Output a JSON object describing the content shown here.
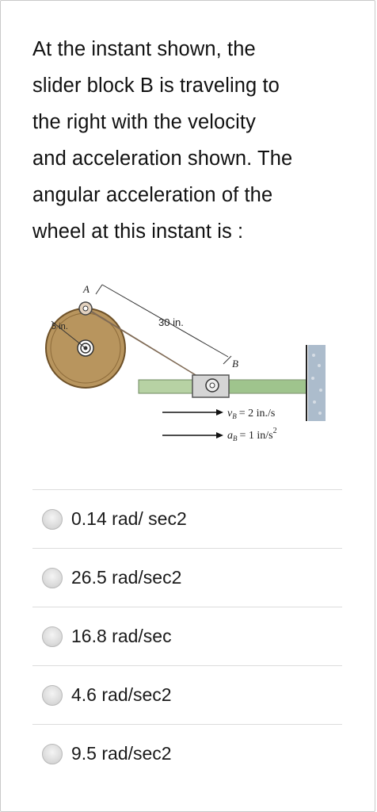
{
  "question": {
    "text": "At the instant shown, the\nslider block B is traveling to\nthe right with the velocity\nand acceleration shown. The\nangular acceleration of the\nwheel at this instant is :"
  },
  "figure": {
    "label_A": "A",
    "label_B": "B",
    "radius_label": "5 in.",
    "rod_length_label": "30 in.",
    "velocity_label": "v",
    "velocity_sub": "B",
    "velocity_value": "= 2 in./s",
    "accel_label": "a",
    "accel_sub": "B",
    "accel_value": "= 1 in/s",
    "accel_exp": "2",
    "colors": {
      "wheel": "#b8955e",
      "wheel_dark": "#7a5a2f",
      "rod": "#cfb49a",
      "rail": "#b7d2a4",
      "slider": "#d5d5d5",
      "wall": "#9db0c3"
    }
  },
  "options": [
    {
      "label": "0.14 rad/ sec2"
    },
    {
      "label": "26.5 rad/sec2"
    },
    {
      "label": "16.8 rad/sec"
    },
    {
      "label": "4.6 rad/sec2"
    },
    {
      "label": "9.5 rad/sec2"
    }
  ]
}
